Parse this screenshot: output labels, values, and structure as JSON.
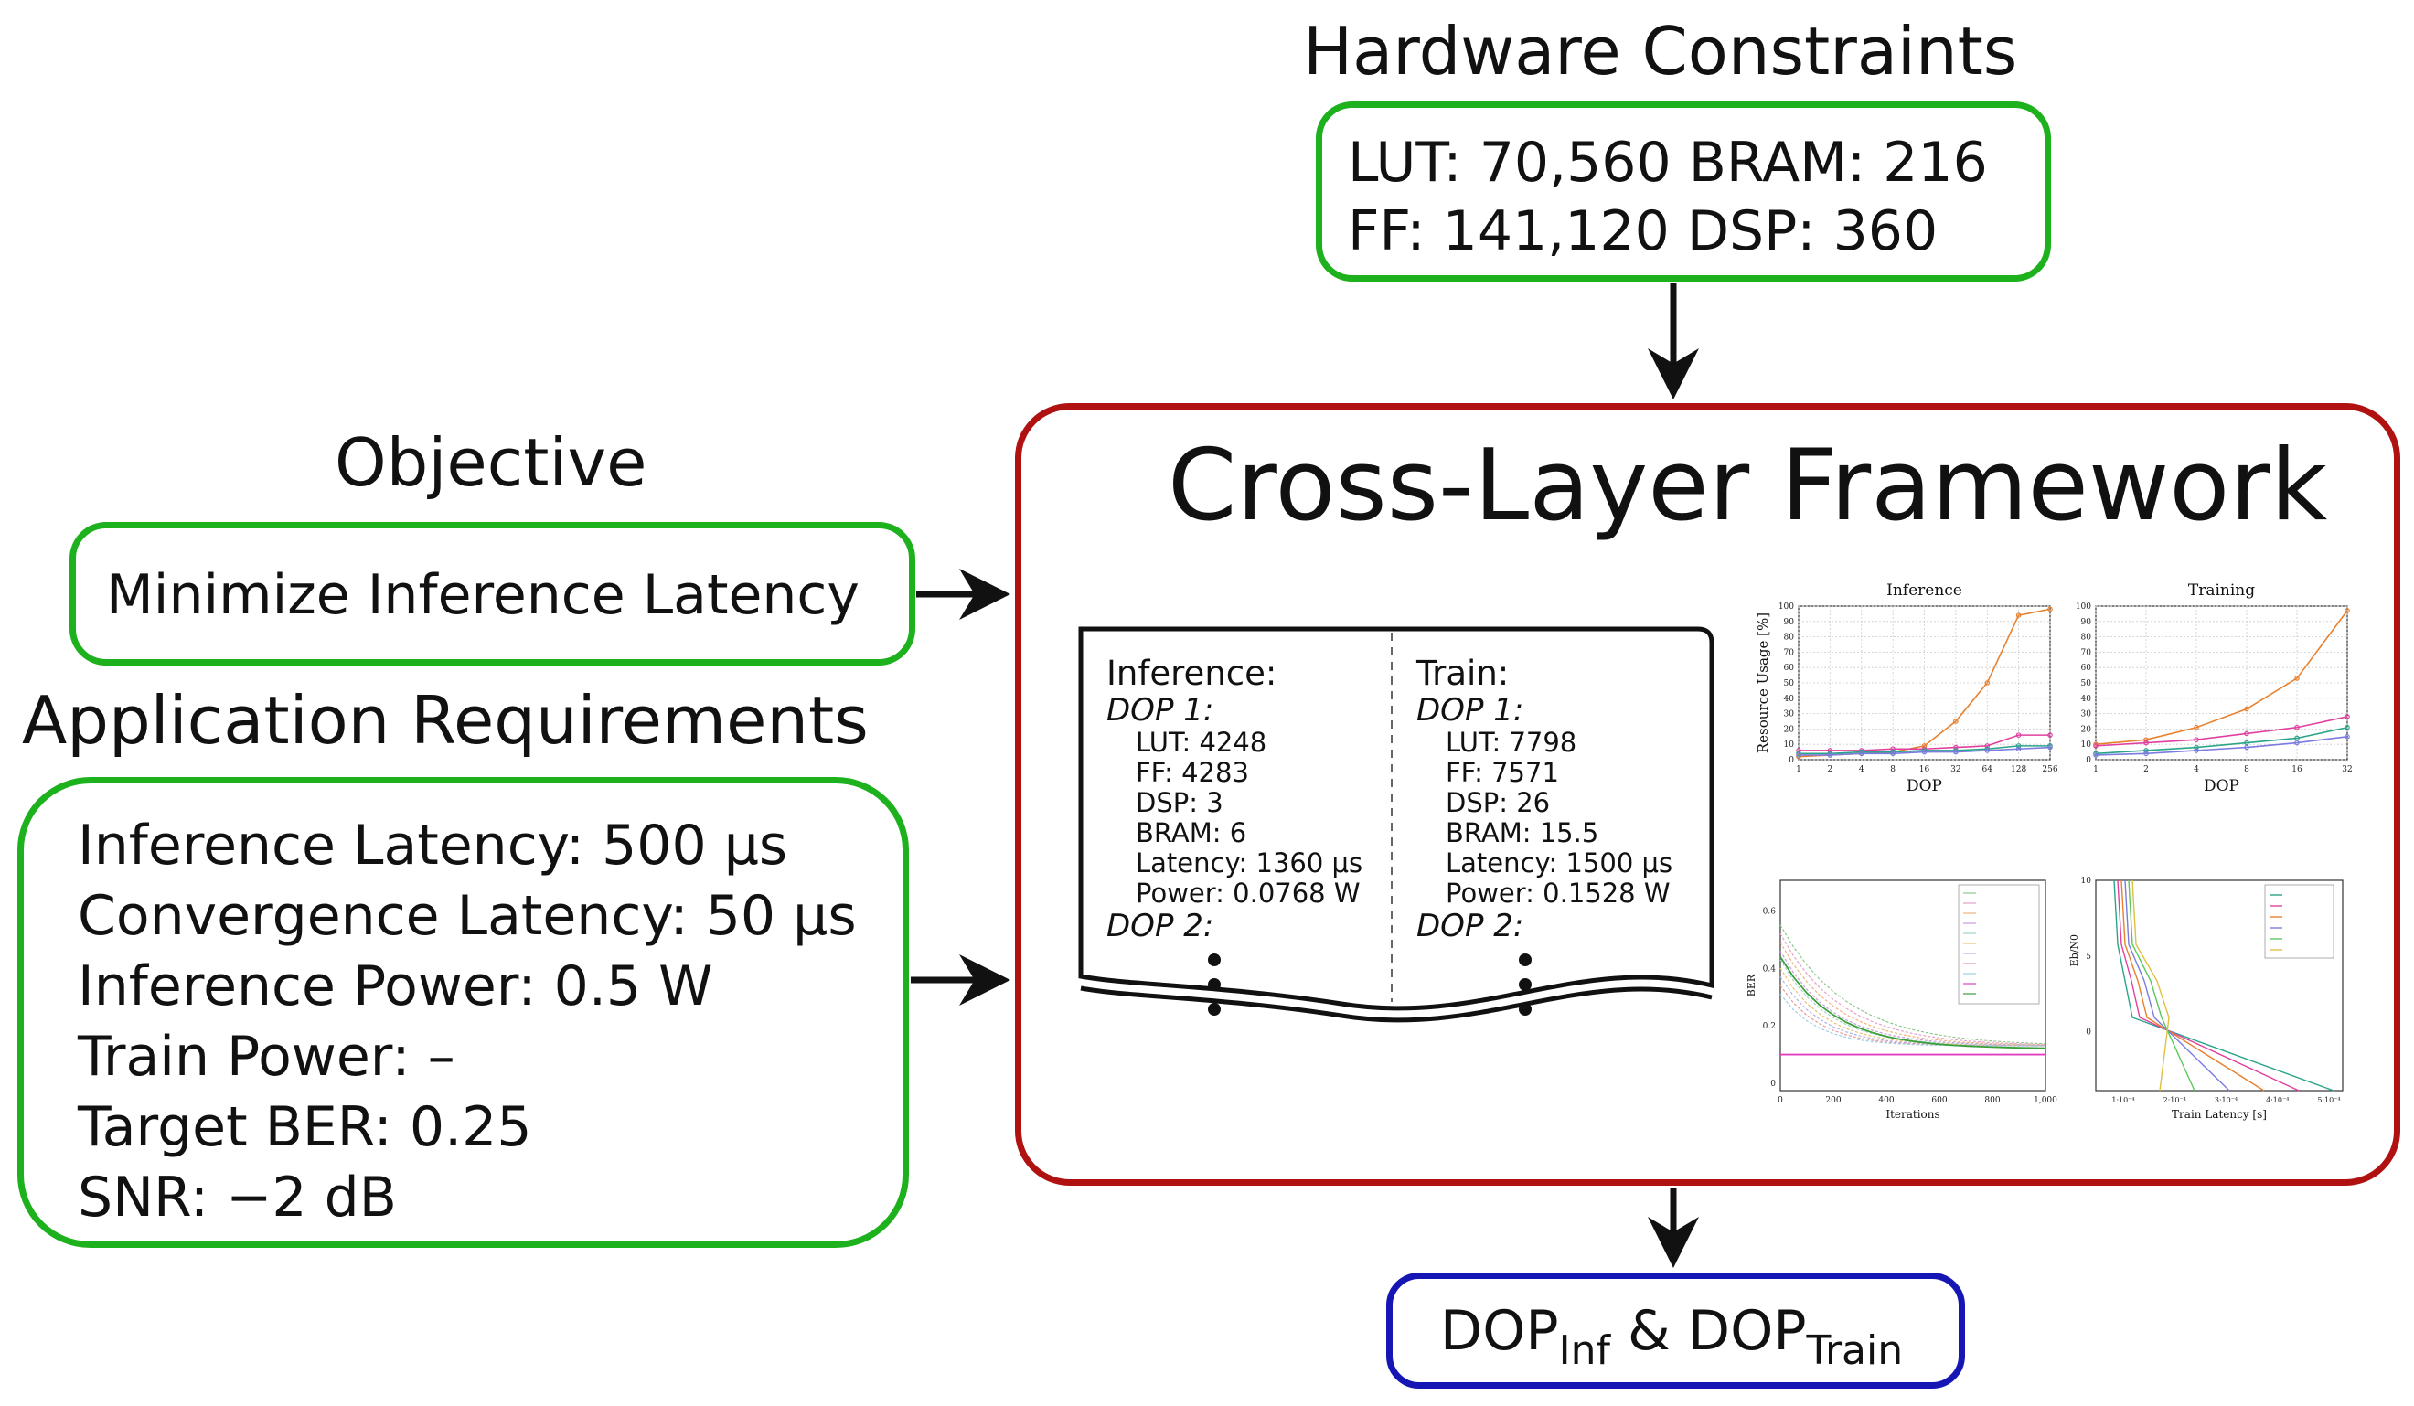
{
  "hardware": {
    "heading": "Hardware Constraints",
    "line1": "LUT: 70,560 BRAM: 216",
    "line2": "FF: 141,120 DSP: 360"
  },
  "objective": {
    "heading": "Objective",
    "text": "Minimize Inference Latency"
  },
  "requirements": {
    "heading": "Application Requirements",
    "lines": [
      "Inference Latency: 500 μs",
      "Convergence Latency: 50 μs",
      "Inference Power: 0.5 W",
      "Train Power: –",
      "Target BER: 0.25",
      "SNR: −2 dB"
    ]
  },
  "framework": {
    "title": "Cross-Layer Framework",
    "inference": {
      "heading": "Inference:",
      "dop1": "DOP 1:",
      "rows": [
        "LUT:  4248",
        "FF:  4283",
        "DSP: 3",
        "BRAM: 6",
        "Latency:  1360 μs",
        "Power: 0.0768 W"
      ],
      "dop2": "DOP 2:"
    },
    "train": {
      "heading": "Train:",
      "dop1": "DOP 1:",
      "rows": [
        "LUT:  7798",
        "FF:  7571",
        "DSP: 26",
        "BRAM: 15.5",
        "Latency:  1500 μs",
        "Power: 0.1528 W"
      ],
      "dop2": "DOP 2:"
    },
    "plots": {
      "inference_title": "Inference",
      "training_title": "Training",
      "resource_ylabel": "Resource Usage [%]",
      "dop_xlabel": "DOP",
      "ber_ylabel": "BER",
      "iterations_xlabel": "Iterations",
      "ebn0_ylabel": "Eb/N0",
      "train_latency_xlabel": "Train Latency [s]"
    }
  },
  "output": {
    "dop": "DOP",
    "inf_sub": "Inf",
    "amp": "&",
    "train_sub": "Train"
  },
  "colors": {
    "green": "#1eb11e",
    "red": "#b01111",
    "blue": "#1616b5"
  },
  "chart_data": [
    {
      "type": "line",
      "title": "Inference",
      "xlabel": "DOP",
      "ylabel": "Resource Usage [%]",
      "categories": [
        "1",
        "2",
        "4",
        "8",
        "16",
        "32",
        "64",
        "128",
        "256"
      ],
      "ylim": [
        0,
        100
      ],
      "yticks": [
        0,
        10,
        20,
        30,
        40,
        50,
        60,
        70,
        80,
        90,
        100
      ],
      "series": [
        {
          "color": "#e8812e",
          "values": [
            2,
            3,
            4,
            5,
            9,
            25,
            50,
            94,
            98
          ]
        },
        {
          "color": "#e040a0",
          "values": [
            6,
            6,
            6,
            7,
            7,
            8,
            9,
            16,
            16
          ]
        },
        {
          "color": "#2aa58a",
          "values": [
            4,
            4,
            5,
            5,
            6,
            6,
            7,
            9,
            9
          ]
        },
        {
          "color": "#7b7be0",
          "values": [
            3,
            3,
            4,
            4,
            5,
            5,
            6,
            7,
            8
          ]
        }
      ]
    },
    {
      "type": "line",
      "title": "Training",
      "xlabel": "DOP",
      "categories": [
        "1",
        "2",
        "4",
        "8",
        "16",
        "32"
      ],
      "ylim": [
        0,
        100
      ],
      "yticks": [
        0,
        10,
        20,
        30,
        40,
        50,
        60,
        70,
        80,
        90,
        100
      ],
      "series": [
        {
          "color": "#e8812e",
          "values": [
            10,
            13,
            21,
            33,
            53,
            97
          ]
        },
        {
          "color": "#e040a0",
          "values": [
            9,
            11,
            13,
            17,
            21,
            28
          ]
        },
        {
          "color": "#2aa58a",
          "values": [
            4,
            6,
            8,
            11,
            14,
            21
          ]
        },
        {
          "color": "#7b7be0",
          "values": [
            3,
            4,
            6,
            8,
            11,
            15
          ]
        }
      ]
    },
    {
      "type": "line",
      "xlabel": "Iterations",
      "ylabel": "BER",
      "xticks": [
        "0",
        "200",
        "400",
        "600",
        "800",
        "1,000"
      ],
      "yticks": [
        "0",
        "0.2",
        "0.4",
        "0.6"
      ]
    },
    {
      "type": "line",
      "xlabel": "Train Latency [s]",
      "ylabel": "Eb/N0",
      "xticks": [
        "1·10⁻⁴",
        "2·10⁻⁴",
        "3·10⁻⁴",
        "4·10⁻⁴",
        "5·10⁻⁴"
      ],
      "yticks": [
        "0",
        "5",
        "10"
      ]
    }
  ]
}
